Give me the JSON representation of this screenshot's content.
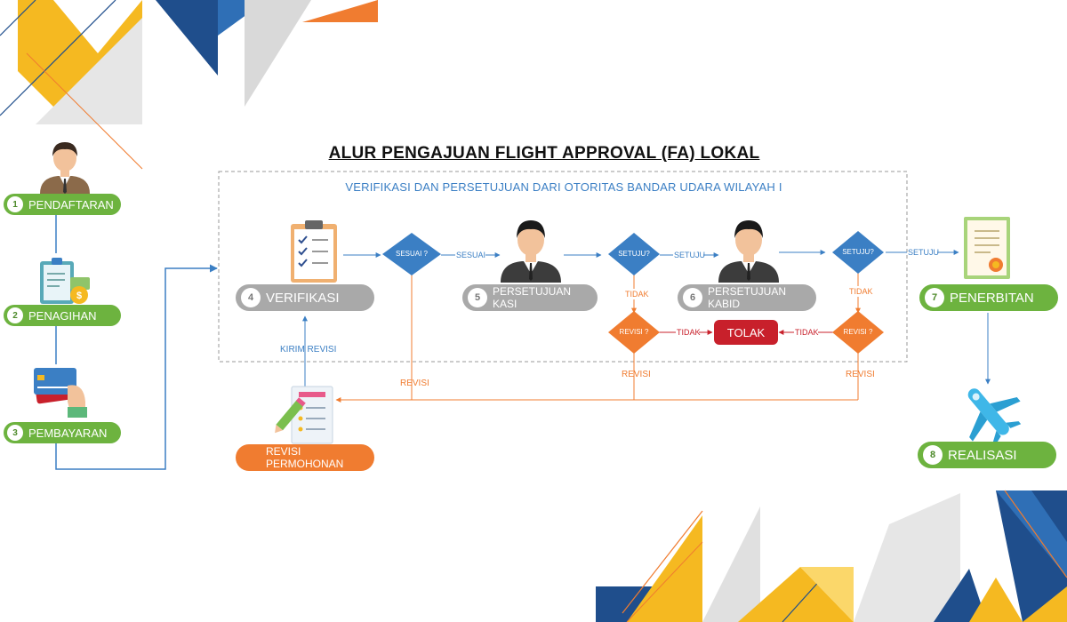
{
  "title": "ALUR PENGAJUAN FLIGHT APPROVAL (FA) LOKAL",
  "region_title": "VERIFIKASI DAN PERSETUJUAN DARI OTORITAS BANDAR UDARA WILAYAH I",
  "steps": {
    "s1": {
      "num": "1",
      "label": "PENDAFTARAN"
    },
    "s2": {
      "num": "2",
      "label": "PENAGIHAN"
    },
    "s3": {
      "num": "3",
      "label": "PEMBAYARAN"
    },
    "s4": {
      "num": "4",
      "label": "VERIFIKASI"
    },
    "s5": {
      "num": "5",
      "label": "PERSETUJUAN KASI"
    },
    "s6": {
      "num": "6",
      "label": "PERSETUJUAN KABID"
    },
    "s7": {
      "num": "7",
      "label": "PENERBITAN"
    },
    "s8": {
      "num": "8",
      "label": "REALISASI"
    }
  },
  "revisi_permohonan": "REVISI PERMOHONAN",
  "tolak": "TOLAK",
  "decisions": {
    "sesuai": "SESUAI ?",
    "setuju1": "SETUJU?",
    "setuju2": "SETUJU?",
    "revisi1": "REVISI ?",
    "revisi2": "REVISI ?"
  },
  "flow_labels": {
    "sesuai": "SESUAI",
    "setuju1": "SETUJU",
    "setuju2": "SETUJU",
    "tidak1": "TIDAK",
    "tidak2": "TIDAK",
    "tidak3": "TIDAK",
    "tidak4": "TIDAK",
    "kirim_revisi": "KIRIM REVISI",
    "revisi_a": "REVISI",
    "revisi_b": "REVISI",
    "revisi_c": "REVISI"
  },
  "colors": {
    "green": "#6db33f",
    "grey": "#a9a9a9",
    "orange": "#f07c30",
    "red": "#c8202b",
    "blue": "#3b7fc4",
    "navy": "#1f4e8c",
    "yellow": "#f5b921"
  }
}
